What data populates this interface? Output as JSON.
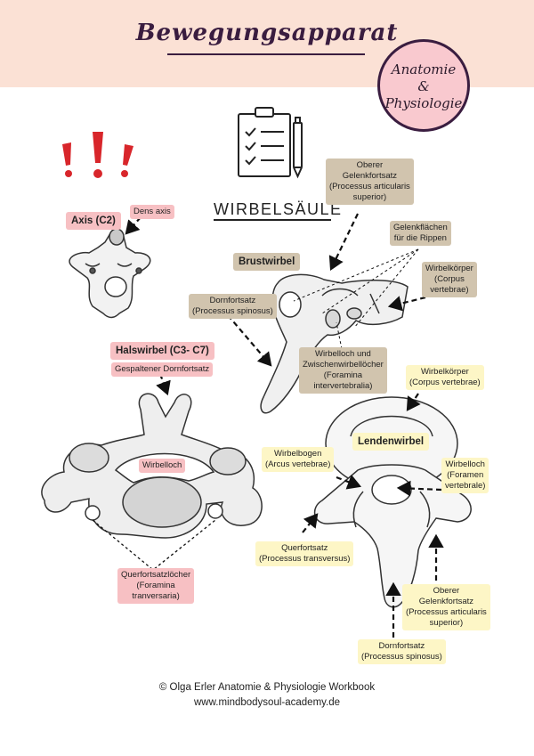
{
  "header": {
    "title": "Bewegungsapparat",
    "badge_line1": "Anatomie",
    "badge_line2": "&",
    "badge_line3": "Physiologie"
  },
  "section_title": "WIRBELSÄULE",
  "axis": {
    "title": "Axis (C2)",
    "label_dens": "Dens axis"
  },
  "halswirbel": {
    "title": "Halswirbel (C3- C7)",
    "label_dornfortsatz": "Gespaltener Dornfortsatz",
    "label_wirbelloch": "Wirbelloch",
    "label_querfortsatz": [
      "Querfortsatzlöcher",
      "(Foramina",
      "tranversaria)"
    ]
  },
  "brustwirbel": {
    "title": "Brustwirbel",
    "label_gelenkfortsatz": [
      "Oberer",
      "Gelenkfortsatz",
      "(Processus articularis",
      "superior)"
    ],
    "label_gelenkflaechen": [
      "Gelenkflächen",
      "für die Rippen"
    ],
    "label_wirbelkoerper": [
      "Wirbelkörper",
      "(Corpus",
      "vertebrae)"
    ],
    "label_dornfortsatz": [
      "Dornfortsatz",
      "(Processus spinosus)"
    ],
    "label_wirbelloch": [
      "Wirbelloch und",
      "Zwischenwirbellöcher",
      "(Foramina",
      "intervertebralia)"
    ]
  },
  "lendenwirbel": {
    "title": "Lendenwirbel",
    "label_wirbelkoerper": [
      "Wirbelkörper",
      "(Corpus vertebrae)"
    ],
    "label_wirbelbogen": [
      "Wirbelbogen",
      "(Arcus vertebrae)"
    ],
    "label_wirbelloch": [
      "Wirbelloch",
      "(Foramen",
      "vertebrale)"
    ],
    "label_querfortsatz": [
      "Querfortsatz",
      "(Processus transversus)"
    ],
    "label_gelenkfortsatz": [
      "Oberer",
      "Gelenkfortsatz",
      "(Processus articularis",
      "superior)"
    ],
    "label_dornfortsatz": [
      "Dornfortsatz",
      "(Processus spinosus)"
    ]
  },
  "footer": {
    "line1": "© Olga Erler Anatomie & Physiologie Workbook",
    "line2": "www.mindbodysoul-academy.de"
  },
  "colors": {
    "header_bg": "#fbe1d5",
    "pink": "#f7c0c3",
    "taupe": "#d1c4ae",
    "yellow": "#fdf6c6",
    "alert_red": "#d8262b"
  },
  "icons": [
    "exclamation-icon",
    "checklist-icon",
    "pen-icon"
  ]
}
